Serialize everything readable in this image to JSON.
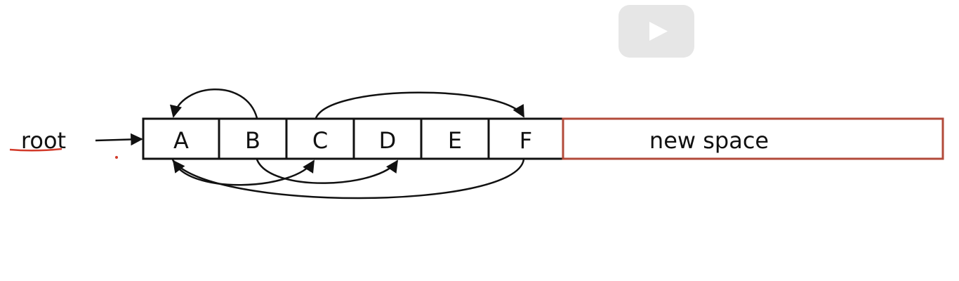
{
  "root_label": "root",
  "cells": [
    "A",
    "B",
    "C",
    "D",
    "E",
    "F"
  ],
  "new_space_label": "new space",
  "player": {
    "icon": "play-icon"
  },
  "colors": {
    "ink": "#111111",
    "underline": "#d23a2a",
    "new_space_border": "#b24a3a",
    "play_button": "#e6e6e6"
  },
  "links": [
    {
      "from": "B",
      "to": "A",
      "side": "top"
    },
    {
      "from": "C",
      "to": "F",
      "side": "top"
    },
    {
      "from": "B",
      "to": "D",
      "side": "bottom"
    },
    {
      "from": "A",
      "to": "C",
      "side": "bottom"
    },
    {
      "from": "F",
      "to": "A",
      "side": "bottom"
    }
  ]
}
